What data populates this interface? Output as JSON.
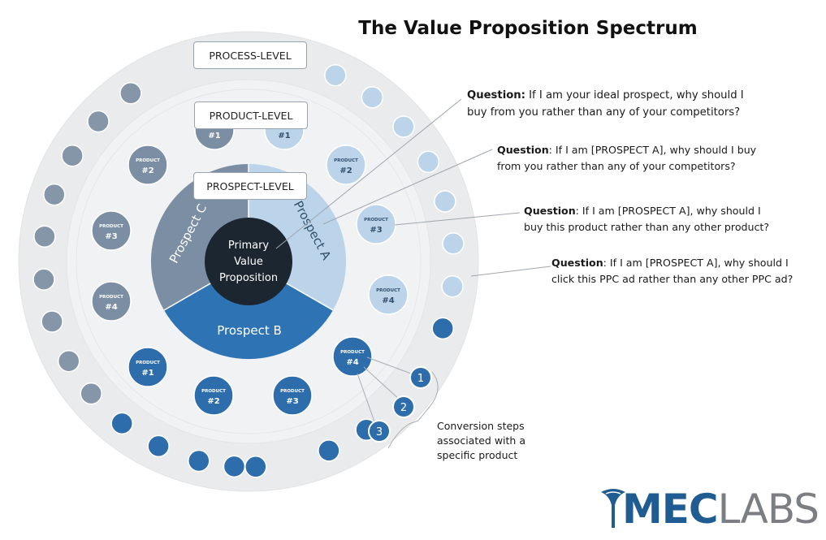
{
  "title": "The Value Proposition Spectrum",
  "levels": {
    "process": "PROCESS-LEVEL",
    "product": "PRODUCT-LEVEL",
    "prospect": "PROSPECT-LEVEL"
  },
  "core": {
    "line1": "Primary",
    "line2": "Value",
    "line3": "Proposition"
  },
  "prospects": {
    "a": "Prospect A",
    "b": "Prospect B",
    "c": "Prospect C"
  },
  "product_word": "PRODUCT",
  "products_c": [
    "#1",
    "#2",
    "#3",
    "#4"
  ],
  "products_a": [
    "#1",
    "#2",
    "#3",
    "#4"
  ],
  "products_b": [
    "#1",
    "#2",
    "#3",
    "#4"
  ],
  "steps": [
    "1",
    "2",
    "3"
  ],
  "questions": [
    {
      "label": "Question:",
      "line1": "If I am your ideal prospect, why should I",
      "line2": "buy from you rather than any of your competitors?"
    },
    {
      "label": "Question",
      "line1": ": If I am [PROSPECT A], why should I buy",
      "line2": "from you rather than any of your competitors?"
    },
    {
      "label": "Question",
      "line1": ":  If I am [PROSPECT A], why should I",
      "line2": "buy this product rather than any other product?"
    },
    {
      "label": "Question",
      "line1": ": If I am [PROSPECT A], why should I",
      "line2": "click  this  PPC ad rather than any other PPC ad?"
    }
  ],
  "conversion": {
    "line1": "Conversion steps",
    "line2": "associated with a",
    "line3": "specific product"
  },
  "logo": {
    "part1": "MEC",
    "part2": "LABS"
  },
  "colors": {
    "outer_ring": "#eaebec",
    "middle_ring": "#f0f1f2",
    "prospect_c": "#7b8ea3",
    "prospect_a": "#bcd4ea",
    "prospect_b": "#2e74b5",
    "core": "#1c2630",
    "dot_gray": "#8596a8",
    "dot_light": "#bcd4ea",
    "dot_blue": "#2e6dab",
    "logo_blue": "#1f5c91",
    "logo_gray": "#7b7f83"
  }
}
